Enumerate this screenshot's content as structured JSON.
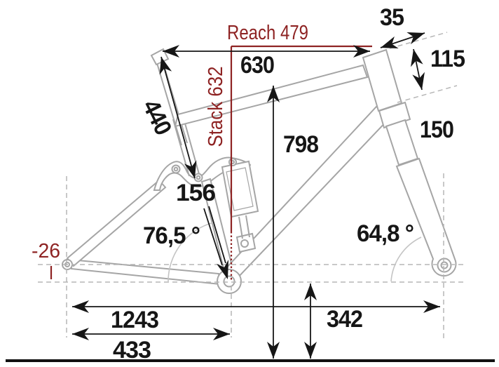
{
  "diagram": {
    "title": "bike-frame-geometry",
    "accent_color": "#8e2323",
    "frame_color": "#a5a5a5",
    "labels": {
      "reach": "Reach 479",
      "stack": "Stack 632",
      "top_tube": "630",
      "stem_spacer": "35",
      "head_tube": "115",
      "fork_travel": "150",
      "seat_tube": "440",
      "rear_travel": "156",
      "standover": "798",
      "seat_angle": "76,5 °",
      "head_angle": "64,8 °",
      "bb_drop": "-26",
      "wheelbase": "1243",
      "chainstay": "433",
      "bb_height": "342"
    }
  }
}
